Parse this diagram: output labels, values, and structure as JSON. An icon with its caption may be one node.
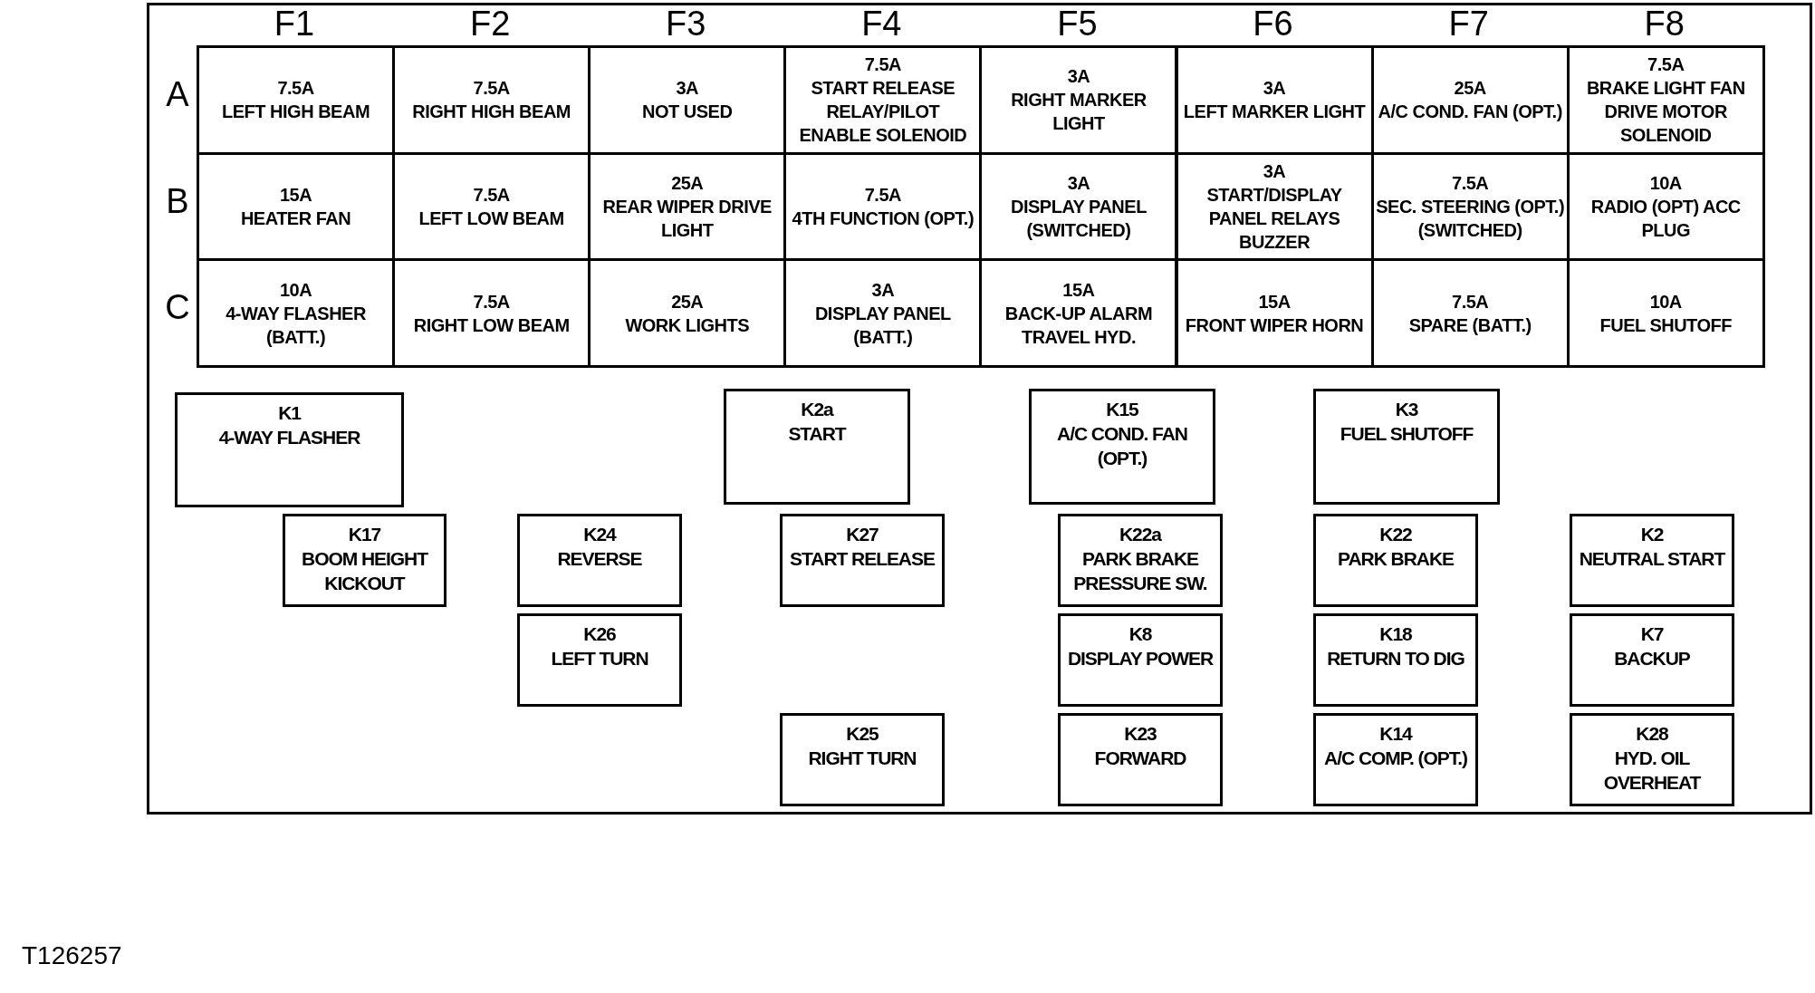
{
  "diagram": {
    "nodes": [
      {
        "text": [
          "7.5A",
          "LEFT HIGH BEAM"
        ]
      },
      {
        "text": [
          "7.5A",
          "RIGHT HIGH BEAM"
        ]
      },
      {
        "text": [
          "3A",
          "NOT USED"
        ]
      },
      {
        "text": [
          "7.5A",
          "START RELEASE RELAY/PILOT ENABLE SOLENOID"
        ]
      },
      {
        "text": [
          "3A",
          "RIGHT MARKER LIGHT"
        ]
      },
      {
        "text": [
          "3A",
          "LEFT MARKER LIGHT"
        ]
      },
      {
        "text": [
          "25A",
          "A/C COND. FAN (OPT.)"
        ]
      },
      {
        "text": [
          "7.5A",
          "BRAKE LIGHT FAN DRIVE MOTOR SOLENOID"
        ]
      },
      {
        "text": [
          "15A",
          "HEATER FAN"
        ]
      },
      {
        "text": [
          "7.5A",
          "LEFT LOW BEAM"
        ]
      },
      {
        "text": [
          "25A",
          "REAR WIPER DRIVE LIGHT"
        ]
      },
      {
        "text": [
          "7.5A",
          "4TH FUNCTION (OPT.)"
        ]
      },
      {
        "text": [
          "3A",
          "DISPLAY PANEL (SWITCHED)"
        ]
      },
      {
        "text": [
          "3A",
          "START/DISPLAY PANEL RELAYS BUZZER"
        ]
      },
      {
        "text": [
          "7.5A",
          "SEC. STEERING (OPT.) (SWITCHED)"
        ]
      },
      {
        "text": [
          "10A",
          "RADIO (OPT) ACC PLUG"
        ]
      },
      {
        "text": [
          "10A",
          "4-WAY FLASHER (BATT.)"
        ]
      },
      {
        "text": [
          "7.5A",
          "RIGHT LOW BEAM"
        ]
      },
      {
        "text": [
          "25A",
          "WORK LIGHTS"
        ]
      },
      {
        "text": [
          "3A",
          "DISPLAY PANEL (BATT.)"
        ]
      },
      {
        "text": [
          "15A",
          "BACK-UP ALARM TRAVEL HYD."
        ]
      },
      {
        "text": [
          "15A",
          "FRONT WIPER HORN"
        ]
      },
      {
        "text": [
          "7.5A",
          "SPARE (BATT.)"
        ]
      },
      {
        "text": [
          "10A",
          "FUEL SHUTOFF"
        ]
      },
      {
        "text": [
          "K1",
          "4-WAY FLASHER"
        ]
      },
      {
        "text": [
          "K2a",
          "START"
        ]
      },
      {
        "text": [
          "K15",
          "A/C COND. FAN (OPT.)"
        ]
      },
      {
        "text": [
          "K3",
          "FUEL SHUTOFF"
        ]
      },
      {
        "text": [
          "K17",
          "BOOM HEIGHT KICKOUT"
        ]
      },
      {
        "text": [
          "K24",
          "REVERSE"
        ]
      },
      {
        "text": [
          "K27",
          "START RELEASE"
        ]
      },
      {
        "text": [
          "K22a",
          "PARK BRAKE PRESSURE SW."
        ]
      },
      {
        "text": [
          "K22",
          "PARK BRAKE"
        ]
      },
      {
        "text": [
          "K2",
          "NEUTRAL START"
        ]
      },
      {
        "text": [
          "K26",
          "LEFT TURN"
        ]
      },
      {
        "text": [
          "K8",
          "DISPLAY POWER"
        ]
      },
      {
        "text": [
          "K18",
          "RETURN TO DIG"
        ]
      },
      {
        "text": [
          "K7",
          "BACKUP"
        ]
      },
      {
        "text": [
          "K25",
          "RIGHT TURN"
        ]
      },
      {
        "text": [
          "K23",
          "FORWARD"
        ]
      },
      {
        "text": [
          "K14",
          "A/C COMP. (OPT.)"
        ]
      },
      {
        "text": [
          "K28",
          "HYD. OIL OVERHEAT"
        ]
      }
    ],
    "labels": [
      "F1",
      "F2",
      "F3",
      "F4",
      "F5",
      "F6",
      "F7",
      "F8",
      "A",
      "B",
      "C",
      "T126257"
    ]
  }
}
